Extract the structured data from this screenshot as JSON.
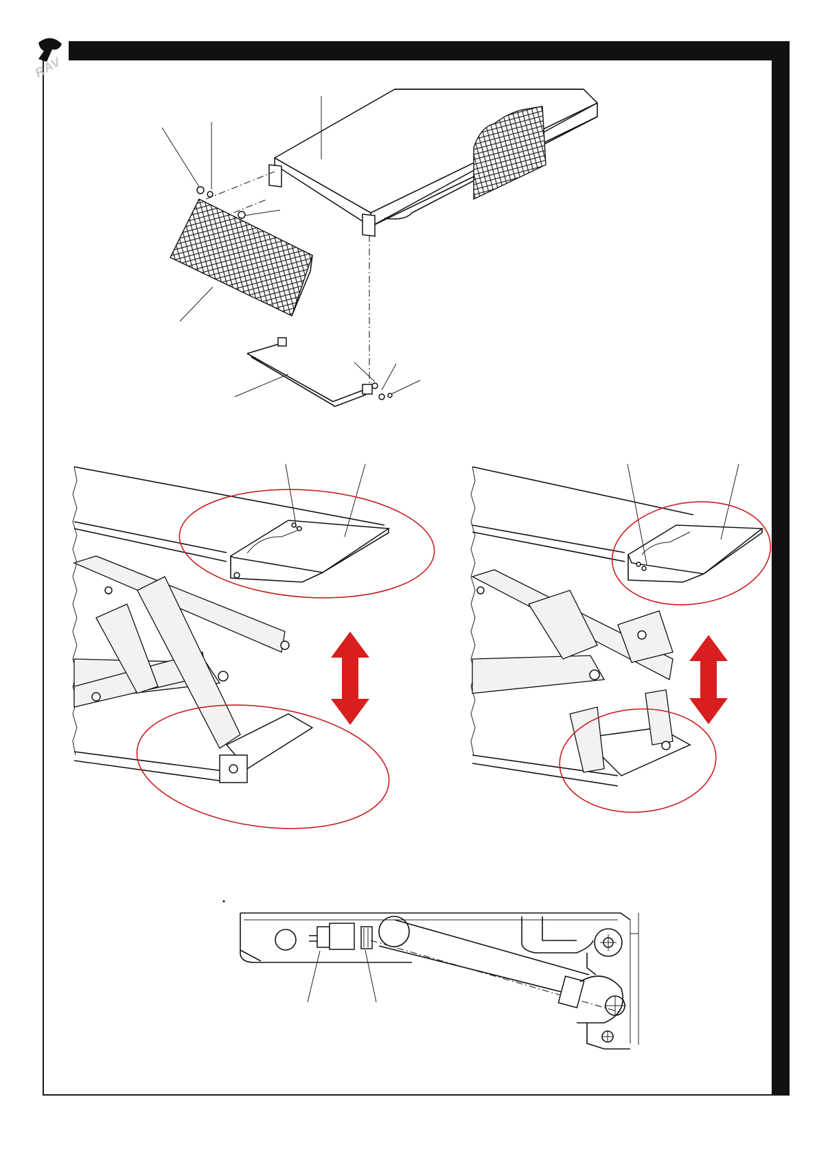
{
  "logo": {
    "brand_text": "RAV",
    "icon": "rav-logo-icon"
  },
  "figures": [
    {
      "id": "exploded-view",
      "icon": "ramp-exploded-view-drawing"
    },
    {
      "id": "lift-lowered-view",
      "icon": "scissor-lift-drawing"
    },
    {
      "id": "lift-raised-view",
      "icon": "scissor-lift-drawing"
    },
    {
      "id": "detail-linkage",
      "icon": "linkage-detail-drawing"
    }
  ],
  "colors": {
    "frame": "#111111",
    "highlight": "#c81e1e",
    "arrow": "#d81e1e"
  }
}
